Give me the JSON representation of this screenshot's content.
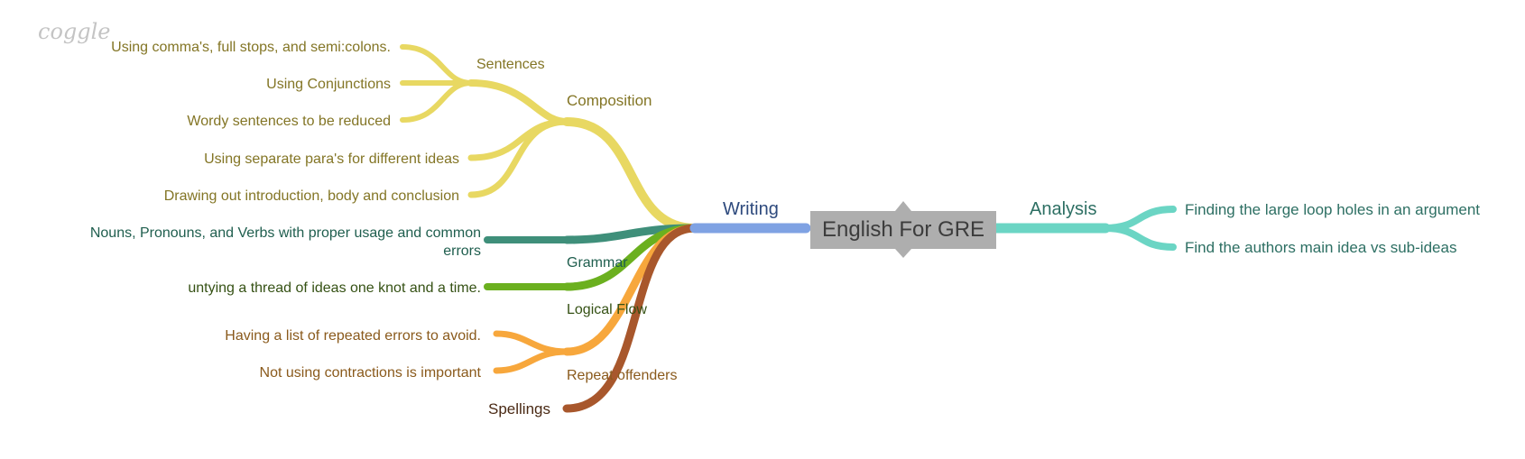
{
  "logo": {
    "text": "coggle",
    "color": "#c4c4c4"
  },
  "root": {
    "label": "English For GRE",
    "fill": "#aeaeae",
    "text_color": "#3c3c3c"
  },
  "branches": {
    "writing": {
      "label": "Writing",
      "label_color": "#2e4a7d",
      "stroke": "#7fa2e3",
      "composition": {
        "label": "Composition",
        "color": "#837525",
        "stroke": "#e8d862",
        "sentences": {
          "label": "Sentences",
          "items": [
            "Using comma's, full stops, and semi:colons.",
            "Using Conjunctions",
            "Wordy sentences to be reduced"
          ]
        },
        "items": [
          "Using separate para's for different ideas",
          "Drawing out introduction, body and conclusion"
        ]
      },
      "grammar": {
        "label": "Grammar",
        "color": "#1f5e4e",
        "stroke": "#3f8f7a",
        "items": [
          "Nouns, Pronouns, and Verbs with proper usage and common",
          "errors"
        ]
      },
      "logical_flow": {
        "label": "Logical Flow",
        "color": "#355114",
        "stroke": "#6bb01f",
        "items": [
          "untying a thread of ideas one knot and a time."
        ]
      },
      "repeat_offenders": {
        "label": "Repeat offenders",
        "color": "#8a5a1c",
        "stroke": "#f7a73c",
        "items": [
          "Having a list of repeated errors to avoid.",
          "Not using contractions is important"
        ]
      },
      "spellings": {
        "label": "Spellings",
        "color": "#4a2a15",
        "stroke": "#a8572c"
      }
    },
    "analysis": {
      "label": "Analysis",
      "label_color": "#2d6f63",
      "stroke": "#6bd5c4",
      "items": [
        "Finding the large loop holes in an argument",
        "Find the authors main idea vs sub-ideas"
      ]
    }
  }
}
